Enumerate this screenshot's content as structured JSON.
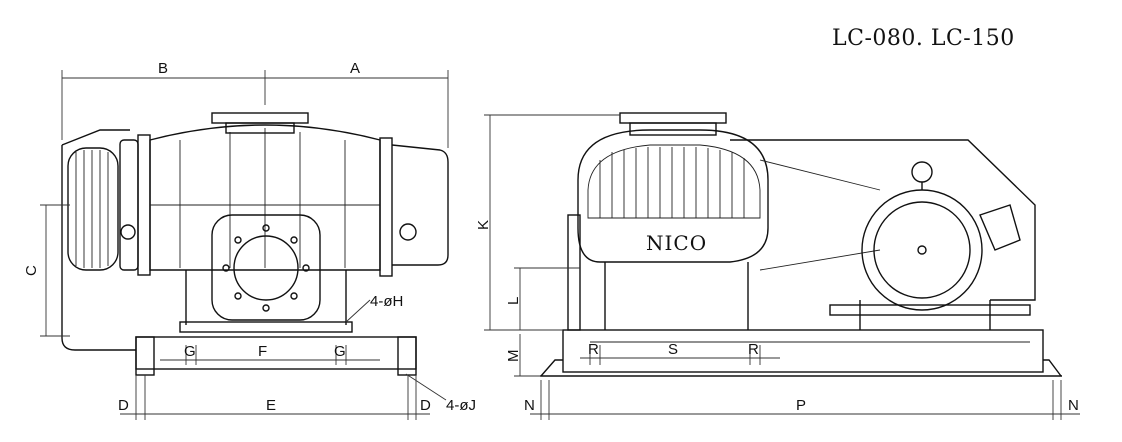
{
  "title": "LC-080. LC-150",
  "brand": "NICO",
  "labels": {
    "B": "B",
    "A": "A",
    "C": "C",
    "K": "K",
    "L": "L",
    "M": "M",
    "F": "F",
    "G": "G",
    "E": "E",
    "D": "D",
    "H": "4-øH",
    "J": "4-øJ",
    "S": "S",
    "R": "R",
    "P": "P",
    "N": "N"
  }
}
